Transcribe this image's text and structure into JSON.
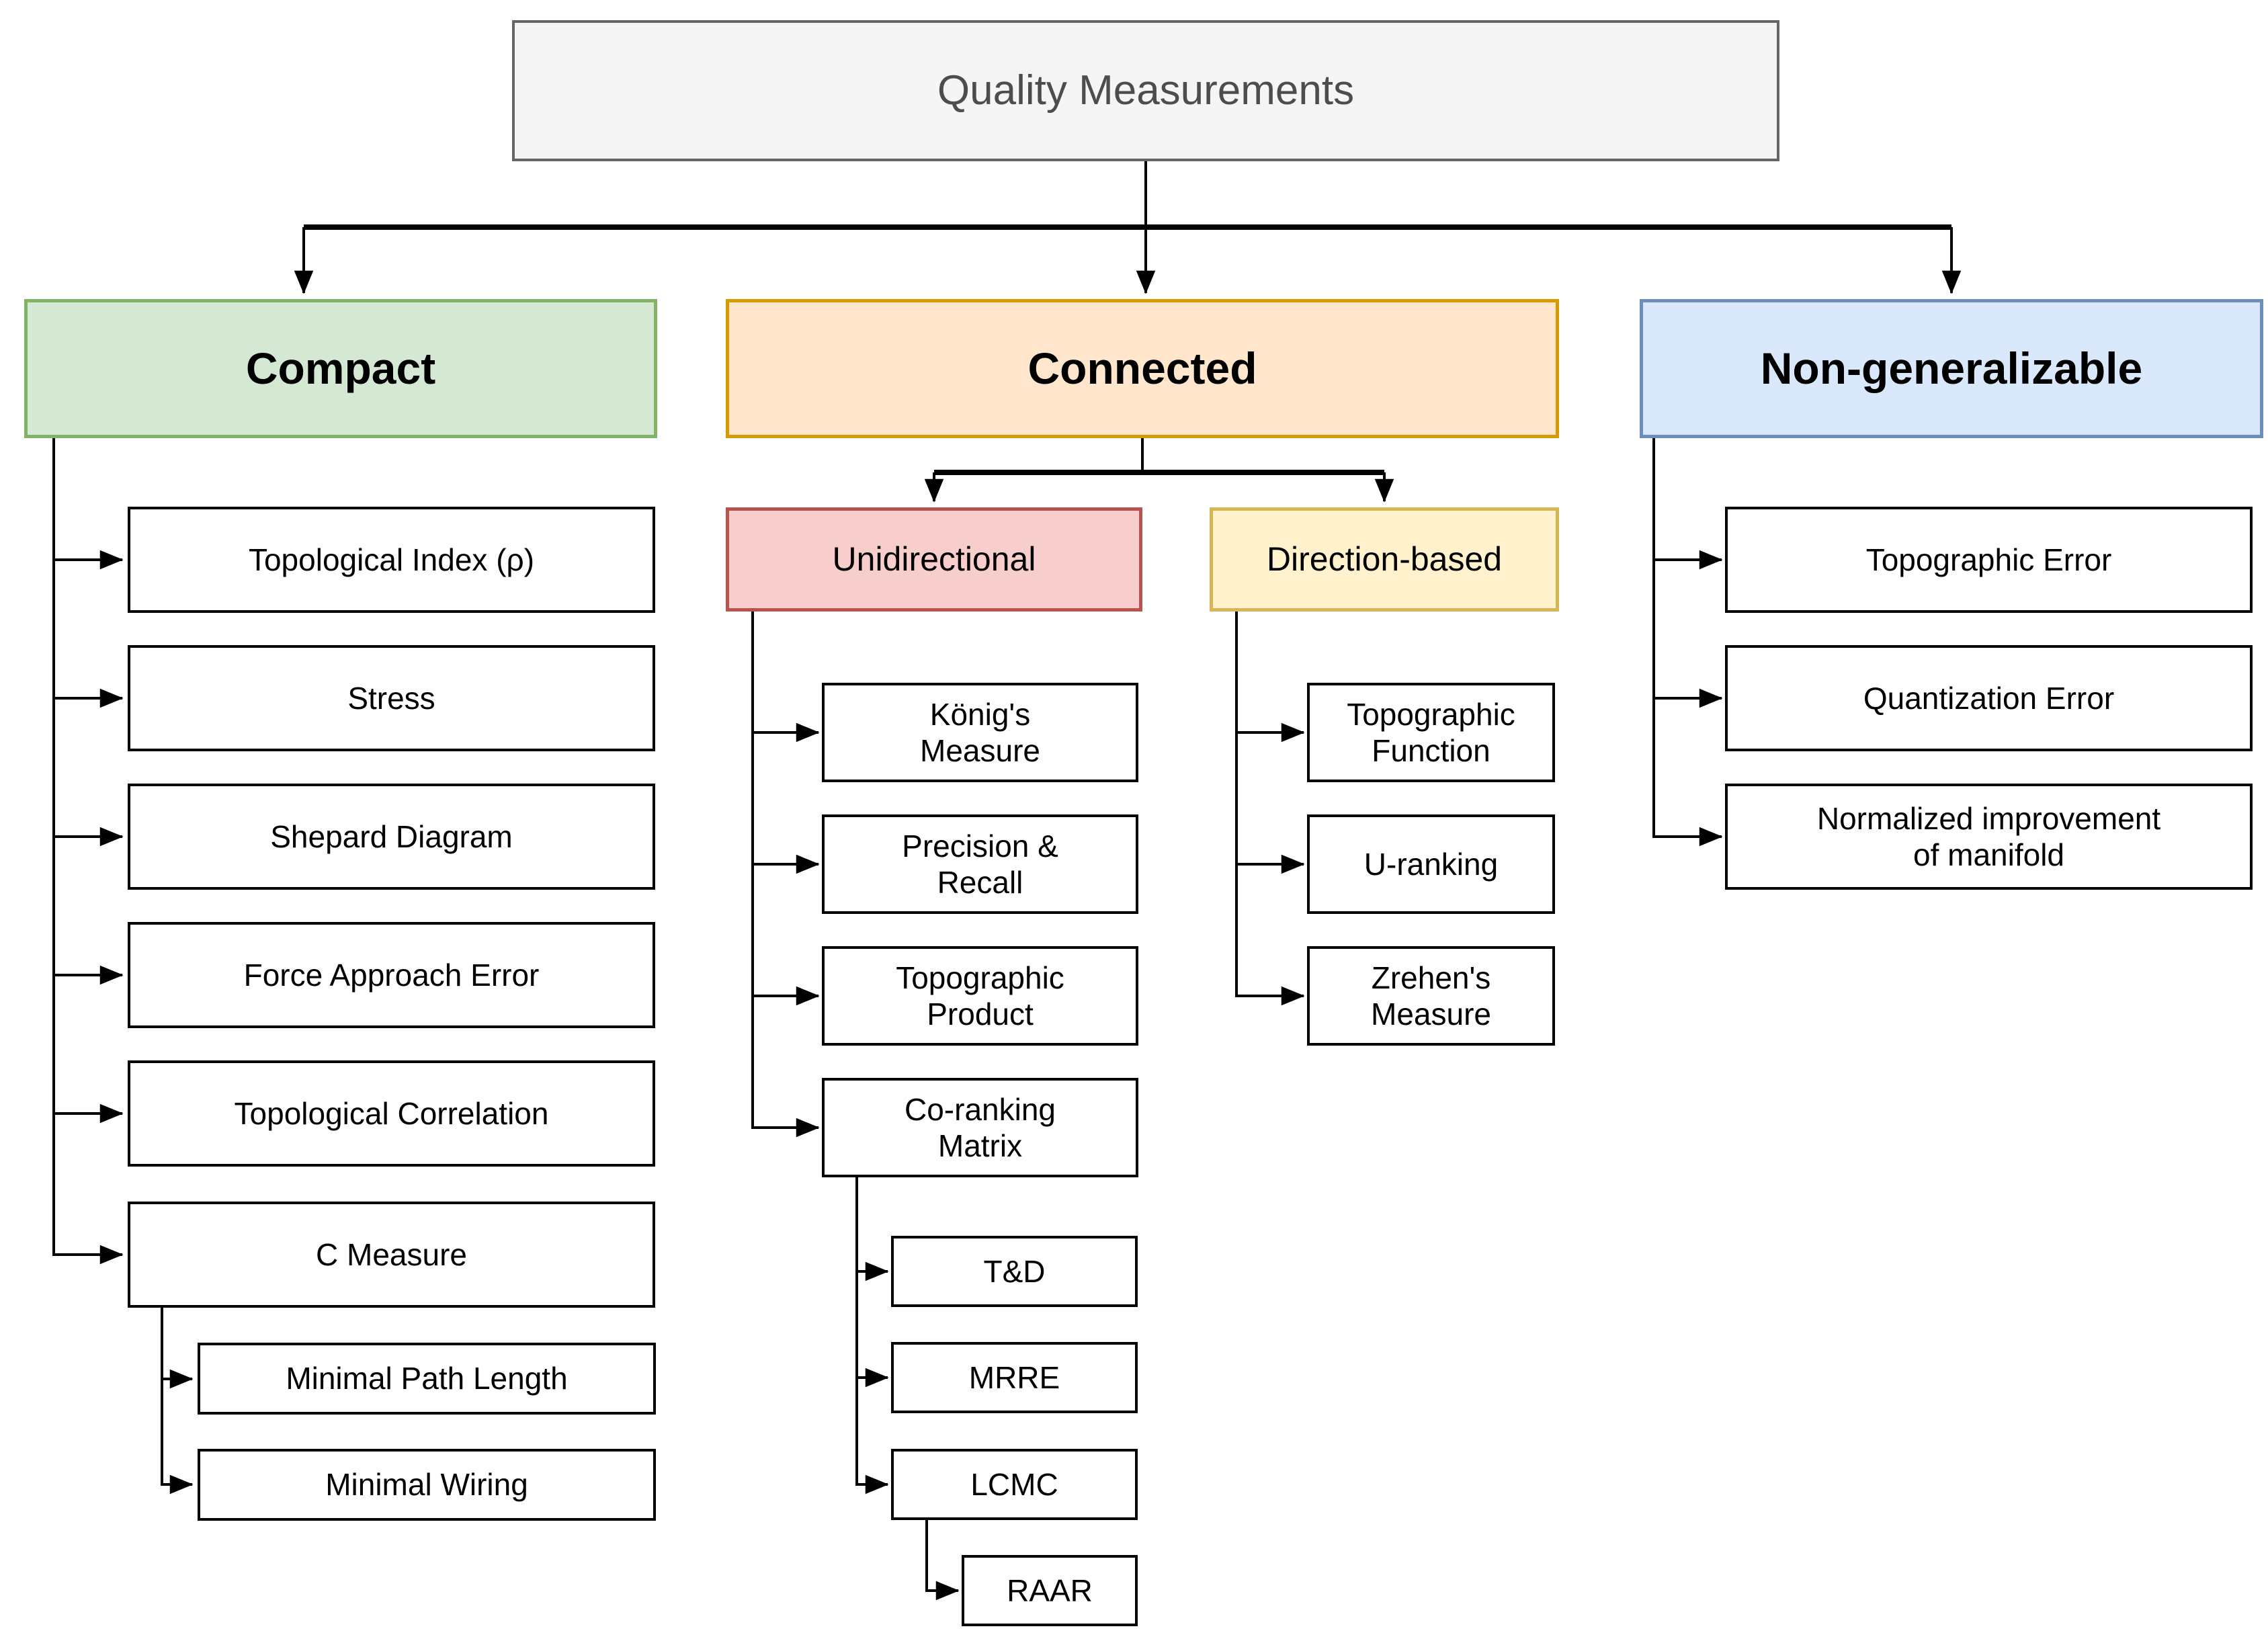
{
  "title": {
    "label": "Quality Measurements"
  },
  "branches": {
    "compact": {
      "label": "Compact",
      "children": [
        {
          "label": "Topological Index (ρ)"
        },
        {
          "label": "Stress"
        },
        {
          "label": "Shepard Diagram"
        },
        {
          "label": "Force Approach Error"
        },
        {
          "label": "Topological Correlation"
        },
        {
          "label": "C Measure",
          "children": [
            {
              "label": "Minimal Path Length"
            },
            {
              "label": "Minimal Wiring"
            }
          ]
        }
      ]
    },
    "connected": {
      "label": "Connected",
      "children": [
        {
          "label": "Unidirectional",
          "children": [
            {
              "label": "König's\nMeasure"
            },
            {
              "label": "Precision &\nRecall"
            },
            {
              "label": "Topographic\nProduct"
            },
            {
              "label": "Co-ranking\nMatrix",
              "children": [
                {
                  "label": "T&D"
                },
                {
                  "label": "MRRE"
                },
                {
                  "label": "LCMC",
                  "children": [
                    {
                      "label": "RAAR"
                    }
                  ]
                }
              ]
            }
          ]
        },
        {
          "label": "Direction-based",
          "children": [
            {
              "label": "Topographic\nFunction"
            },
            {
              "label": "U-ranking"
            },
            {
              "label": "Zrehen's\nMeasure"
            }
          ]
        }
      ]
    },
    "non_generalizable": {
      "label": "Non-generalizable",
      "children": [
        {
          "label": "Topographic Error"
        },
        {
          "label": "Quantization Error"
        },
        {
          "label": "Normalized improvement\nof manifold"
        }
      ]
    }
  },
  "colors": {
    "title_bg": "#f5f5f5",
    "title_border": "#666666",
    "title_text": "#4d4d4d",
    "compact_bg": "#d5e8d4",
    "compact_border": "#82b366",
    "connected_bg": "#ffe6cc",
    "connected_border": "#d79b00",
    "non_generalizable_bg": "#dae8fc",
    "non_generalizable_border": "#6c8ebf",
    "unidirectional_bg": "#f8cecc",
    "unidirectional_border": "#b85450",
    "direction_based_bg": "#fff2cc",
    "direction_based_border": "#d6b656",
    "node_bg": "#ffffff",
    "node_border": "#000000",
    "connector": "#000000"
  }
}
